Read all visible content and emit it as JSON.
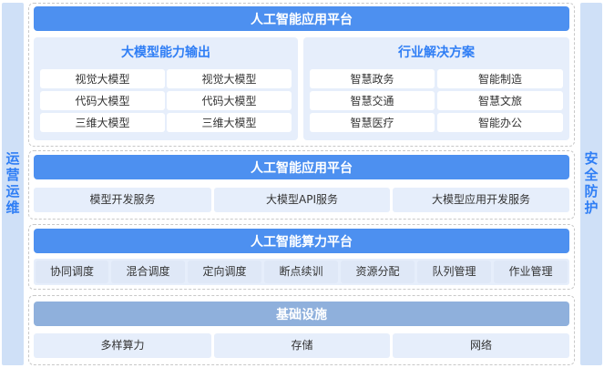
{
  "side_left": "运营运维",
  "side_right": "安全防护",
  "layer1": {
    "header": "人工智能应用平台",
    "left_panel": {
      "title": "大模型能力输出",
      "items": [
        "视觉大模型",
        "视觉大模型",
        "代码大模型",
        "代码大模型",
        "三维大模型",
        "三维大模型"
      ]
    },
    "right_panel": {
      "title": "行业解决方案",
      "items": [
        "智慧政务",
        "智能制造",
        "智慧交通",
        "智慧文旅",
        "智慧医疗",
        "智能办公"
      ]
    }
  },
  "layer2": {
    "header": "人工智能应用平台",
    "items": [
      "模型开发服务",
      "大模型API服务",
      "大模型应用开发服务"
    ]
  },
  "layer3": {
    "header": "人工智能算力平台",
    "items": [
      "协同调度",
      "混合调度",
      "定向调度",
      "断点续训",
      "资源分配",
      "队列管理",
      "作业管理"
    ]
  },
  "layer4": {
    "header": "基础设施",
    "items": [
      "多样算力",
      "存储",
      "网络"
    ]
  }
}
